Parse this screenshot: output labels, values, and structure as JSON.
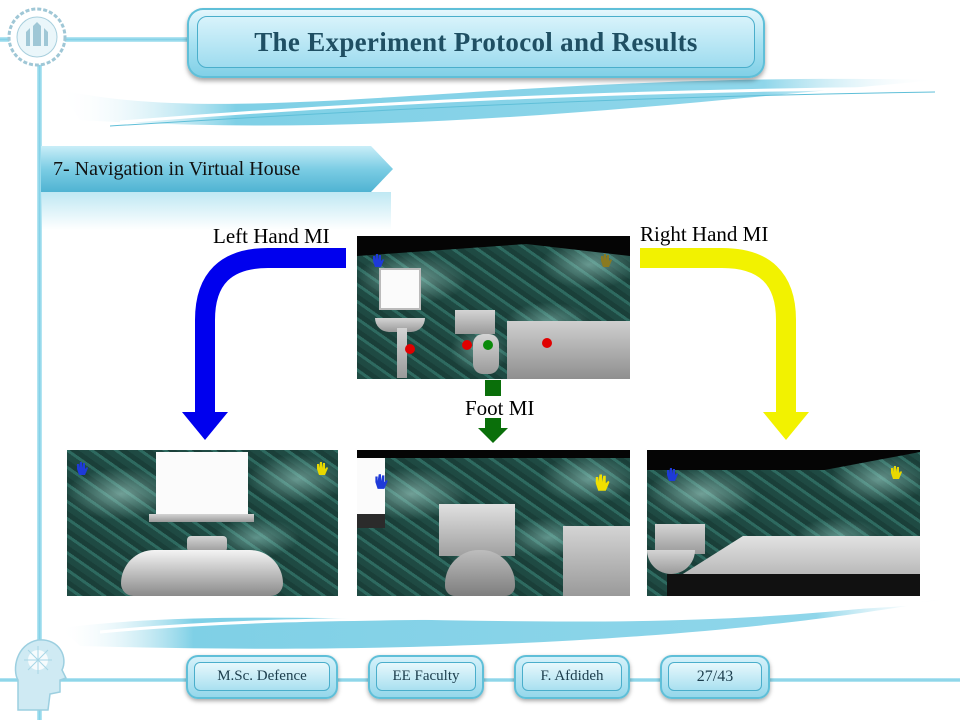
{
  "slide": {
    "title": "The Experiment Protocol and Results",
    "section": "7- Navigation in Virtual House"
  },
  "diagram": {
    "left_label": "Left Hand MI",
    "right_label": "Right Hand MI",
    "foot_label": "Foot MI",
    "colors": {
      "left": "#0000ee",
      "right": "#f2f200",
      "foot": "#0a6f0a"
    }
  },
  "footer": {
    "degree": "M.Sc. Defence",
    "faculty": "EE Faculty",
    "author": "F. Afdideh",
    "page": "27/43"
  },
  "icons": [
    "university-logo-icon",
    "head-profile-icon",
    "blue-hand-icon",
    "yellow-hand-icon"
  ]
}
